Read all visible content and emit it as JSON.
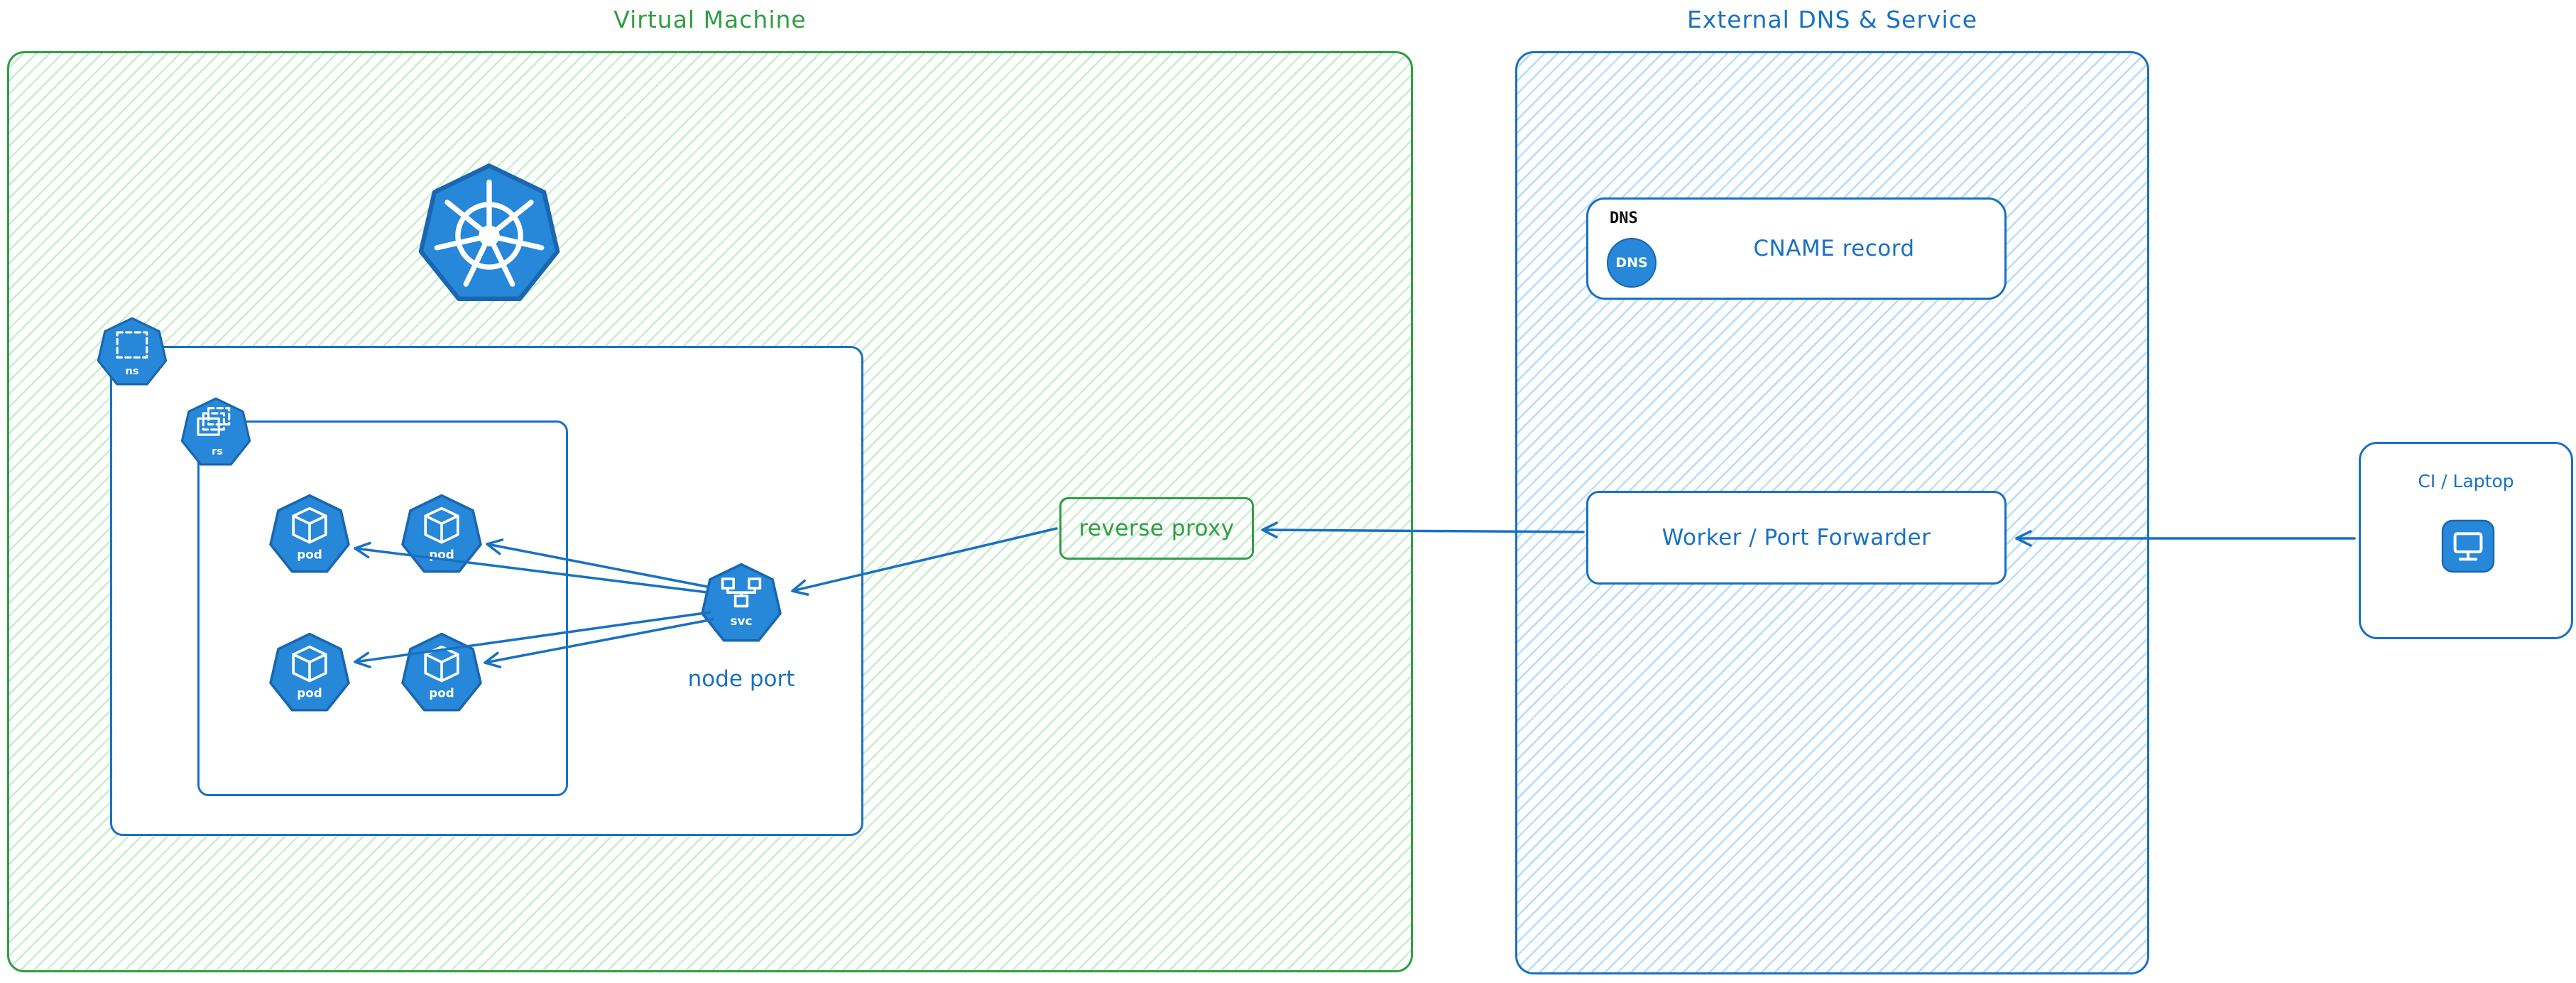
{
  "diagram": {
    "vm": {
      "title": "Virtual Machine",
      "namespace_icon_label": "ns",
      "replicaset_icon_label": "rs",
      "pods": [
        "pod",
        "pod",
        "pod",
        "pod"
      ],
      "service_icon_label": "svc",
      "node_port_label": "node port"
    },
    "reverse_proxy_label": "reverse proxy",
    "external": {
      "title": "External DNS & Service",
      "dns_tag": "DNS",
      "dns_icon_text": "DNS",
      "cname_label": "CNAME record",
      "worker_label": "Worker / Port Forwarder"
    },
    "ci_label": "CI / Laptop",
    "colors": {
      "green": "#2f9e44",
      "blue": "#1971c2",
      "icon_fill": "#2787d8",
      "icon_stroke": "#1a66b0"
    }
  }
}
